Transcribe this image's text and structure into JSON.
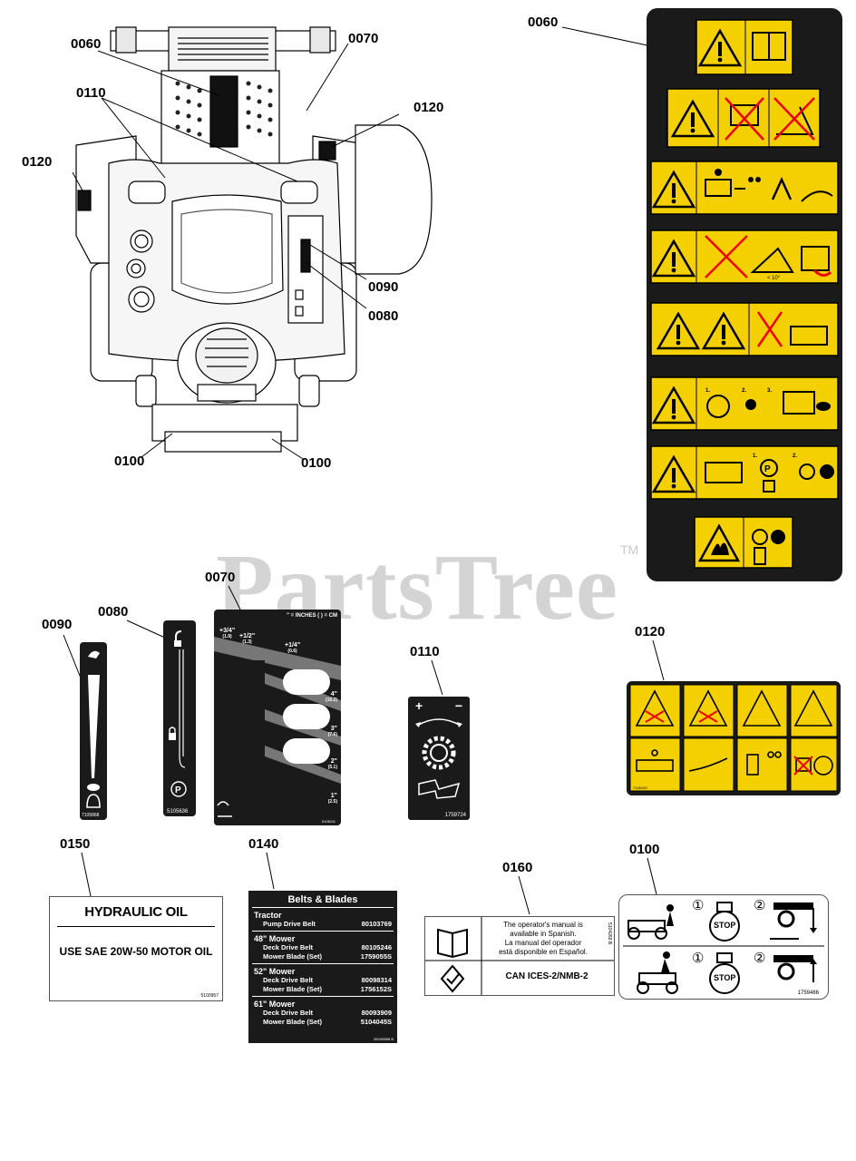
{
  "callouts": {
    "c0060_top": "0060",
    "c0070_top": "0070",
    "c0110_top": "0110",
    "c0120_top": "0120",
    "c0120_left": "0120",
    "c0090_top": "0090",
    "c0080_top": "0080",
    "c0100_left": "0100",
    "c0100_right": "0100",
    "c0060_right": "0060",
    "c0070_mid": "0070",
    "c0090_mid": "0090",
    "c0080_mid": "0080",
    "c0110_mid": "0110",
    "c0120_mid": "0120",
    "c0150": "0150",
    "c0140": "0140",
    "c0160": "0160",
    "c0100_bot": "0100"
  },
  "watermark": {
    "text": "PartsTree",
    "tm": "TM"
  },
  "decal_0090": {
    "part_no": "7105868"
  },
  "decal_0080": {
    "part_no": "5105636",
    "parking": "P"
  },
  "decal_0070": {
    "header": "\" = INCHES  ( ) = CM",
    "top_labels": [
      {
        "main": "+3/4\"",
        "sub": "(1.9)"
      },
      {
        "main": "+1/2\"",
        "sub": "(1.3)"
      },
      {
        "main": "+1/4\"",
        "sub": "(0.6)"
      }
    ],
    "heights": [
      {
        "main": "4\"",
        "sub": "(10.2)"
      },
      {
        "main": "3\"",
        "sub": "(7.6)"
      },
      {
        "main": "2\"",
        "sub": "(5.1)"
      },
      {
        "main": "1\"",
        "sub": "(2.5)"
      }
    ],
    "part_no": "5106111"
  },
  "decal_0110": {
    "plus": "+",
    "minus": "−",
    "part_no": "1759724"
  },
  "decal_0120": {
    "part_no": "7106109"
  },
  "decal_0150": {
    "title": "HYDRAULIC OIL",
    "body": "USE SAE 20W-50 MOTOR OIL",
    "part_no": "5100957"
  },
  "decal_0140": {
    "title": "Belts & Blades",
    "sections": [
      {
        "name": "Tractor",
        "rows": [
          {
            "label": "Pump Drive Belt",
            "pn": "80103769"
          }
        ]
      },
      {
        "name": "48\" Mower",
        "rows": [
          {
            "label": "Deck Drive Belt",
            "pn": "80105246"
          },
          {
            "label": "Mower Blade (Set)",
            "pn": "1759055S"
          }
        ]
      },
      {
        "name": "52\" Mower",
        "rows": [
          {
            "label": "Deck Drive Belt",
            "pn": "80098314"
          },
          {
            "label": "Mower Blade (Set)",
            "pn": "1756152S"
          }
        ]
      },
      {
        "name": "61\" Mower",
        "rows": [
          {
            "label": "Deck Drive Belt",
            "pn": "80093909"
          },
          {
            "label": "Mower Blade (Set)",
            "pn": "5104045S"
          }
        ]
      }
    ],
    "part_no": "80199558 B"
  },
  "decal_0160": {
    "line1": "The operator's manual is",
    "line2": "available in Spanish.",
    "line3": "La manual del operador",
    "line4": "está disponible en Español.",
    "compliance": "CAN ICES-2/NMB-2",
    "part_no": "5104269 B"
  },
  "decal_0100": {
    "step1": "①",
    "step2": "②",
    "stop": "STOP",
    "part_no": "1759466"
  },
  "decal_0060": {
    "step_1": "1.",
    "step_2": "2.",
    "step_3": "3.",
    "parking": "P",
    "slope": "< 10°"
  }
}
